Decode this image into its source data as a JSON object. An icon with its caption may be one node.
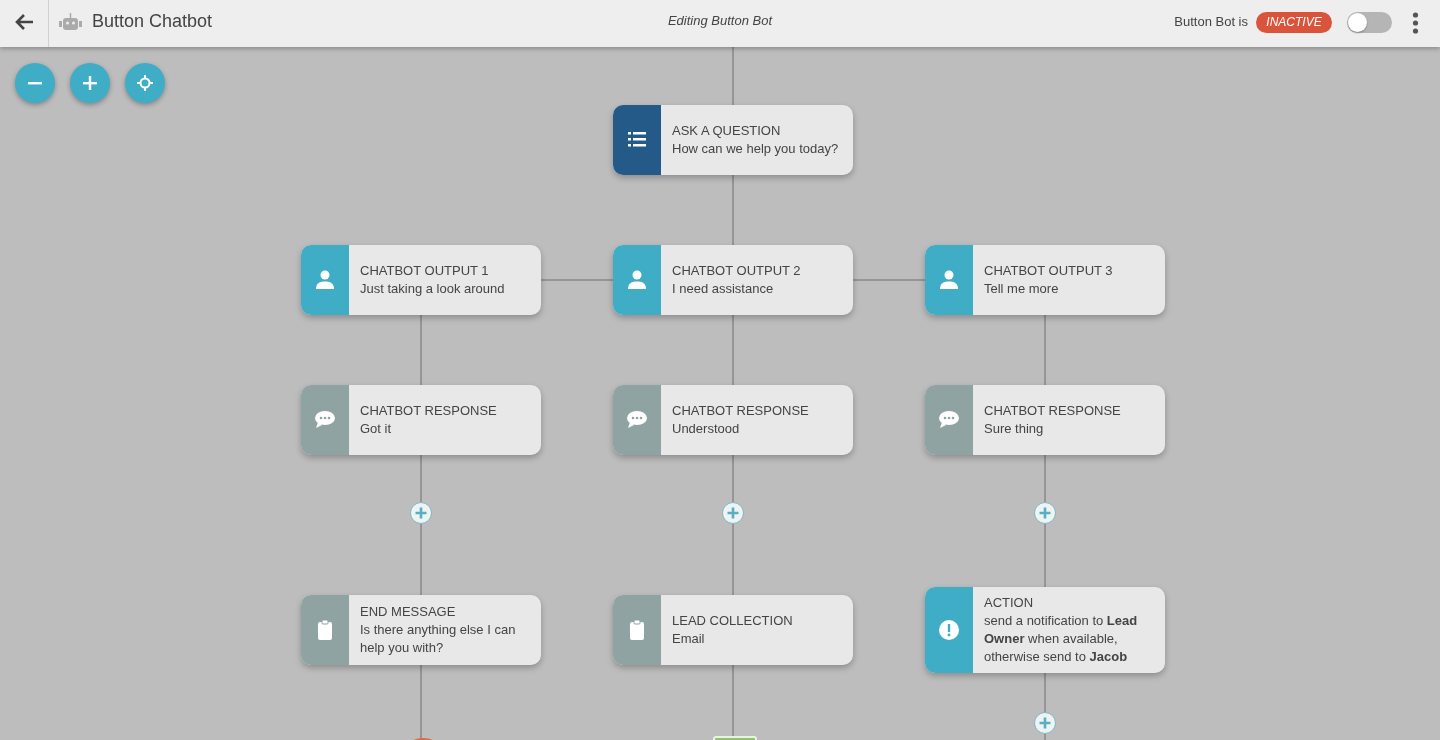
{
  "diagram": {
    "nodes": [
      {
        "text": [
          "ASK A QUESTION",
          "How can we help you today?"
        ]
      },
      {
        "text": [
          "CHATBOT OUTPUT 1",
          "Just taking a look around"
        ]
      },
      {
        "text": [
          "CHATBOT OUTPUT 2",
          "I need assistance"
        ]
      },
      {
        "text": [
          "CHATBOT OUTPUT 3",
          "Tell me more"
        ]
      },
      {
        "text": [
          "CHATBOT RESPONSE",
          "Got it"
        ]
      },
      {
        "text": [
          "CHATBOT RESPONSE",
          "Understood"
        ]
      },
      {
        "text": [
          "CHATBOT RESPONSE",
          "Sure thing"
        ]
      },
      {
        "text": [],
        "shape": "circle"
      },
      {
        "text": [],
        "shape": "circle"
      },
      {
        "text": [],
        "shape": "circle"
      },
      {
        "text": [
          "END MESSAGE",
          "Is there anything else I can help you with?"
        ]
      },
      {
        "text": [
          "LEAD COLLECTION",
          "Email"
        ]
      },
      {
        "text": [
          "ACTION",
          "send a notification to **Lead Owner** when available, otherwise send to **Jacob**"
        ]
      },
      {
        "text": [],
        "shape": "circle"
      },
      {
        "text": [],
        "shape": "box"
      },
      {
        "text": [],
        "shape": "circle"
      }
    ],
    "edges": [
      {
        "from": null,
        "to": 0,
        "arrow": "none"
      },
      {
        "from": 0,
        "to": 2,
        "arrow": "none"
      },
      {
        "from": 2,
        "to": 1,
        "arrow": "none"
      },
      {
        "from": 2,
        "to": 3,
        "arrow": "none"
      },
      {
        "from": 1,
        "to": 4,
        "arrow": "none"
      },
      {
        "from": 2,
        "to": 5,
        "arrow": "none"
      },
      {
        "from": 3,
        "to": 6,
        "arrow": "none"
      },
      {
        "from": 4,
        "to": 7,
        "arrow": "none"
      },
      {
        "from": 5,
        "to": 8,
        "arrow": "none"
      },
      {
        "from": 6,
        "to": 9,
        "arrow": "none"
      },
      {
        "from": 7,
        "to": 10,
        "arrow": "none"
      },
      {
        "from": 8,
        "to": 11,
        "arrow": "none"
      },
      {
        "from": 9,
        "to": 12,
        "arrow": "none"
      },
      {
        "from": 10,
        "to": 13,
        "arrow": "none"
      },
      {
        "from": 11,
        "to": 14,
        "arrow": "none"
      },
      {
        "from": 12,
        "to": 15,
        "arrow": "none"
      },
      {
        "from": 15,
        "to": null,
        "arrow": "none"
      }
    ],
    "labels": [
      "Button Chatbot",
      "Editing Button Bot",
      "Button Bot is",
      "INACTIVE"
    ]
  }
}
